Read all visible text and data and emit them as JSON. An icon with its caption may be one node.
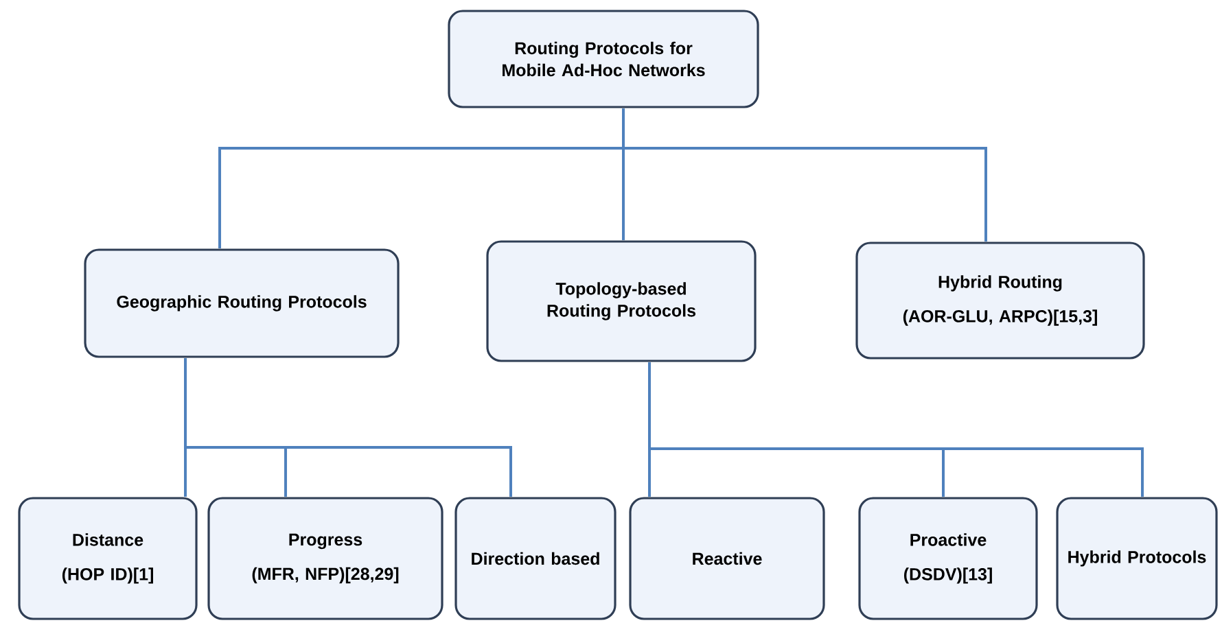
{
  "diagram": {
    "nodes": [
      {
        "text": [
          "Routing Protocols for Mobile Ad-Hoc Networks"
        ]
      },
      {
        "text": [
          "Geographic Routing Protocols"
        ]
      },
      {
        "text": [
          "Topology-based Routing Protocols"
        ]
      },
      {
        "text": [
          "Hybrid Routing",
          "(AOR-GLU, ARPC)[15,3]"
        ]
      },
      {
        "text": [
          "Distance",
          "(HOP ID)[1]"
        ]
      },
      {
        "text": [
          "Progress",
          "(MFR, NFP)[28,29]"
        ]
      },
      {
        "text": [
          "Direction based"
        ]
      },
      {
        "text": [
          "Reactive"
        ]
      },
      {
        "text": [
          "Proactive",
          "(DSDV)[13]"
        ]
      },
      {
        "text": [
          "Hybrid Protocols"
        ]
      }
    ],
    "edges": [
      {
        "from": 0,
        "to": 1,
        "arrow": "none"
      },
      {
        "from": 0,
        "to": 2,
        "arrow": "none"
      },
      {
        "from": 0,
        "to": 3,
        "arrow": "none"
      },
      {
        "from": 1,
        "to": 4,
        "arrow": "none"
      },
      {
        "from": 1,
        "to": 5,
        "arrow": "none"
      },
      {
        "from": 1,
        "to": 6,
        "arrow": "none"
      },
      {
        "from": 2,
        "to": 7,
        "arrow": "none"
      },
      {
        "from": 2,
        "to": 8,
        "arrow": "none"
      },
      {
        "from": 2,
        "to": 9,
        "arrow": "none"
      }
    ]
  }
}
